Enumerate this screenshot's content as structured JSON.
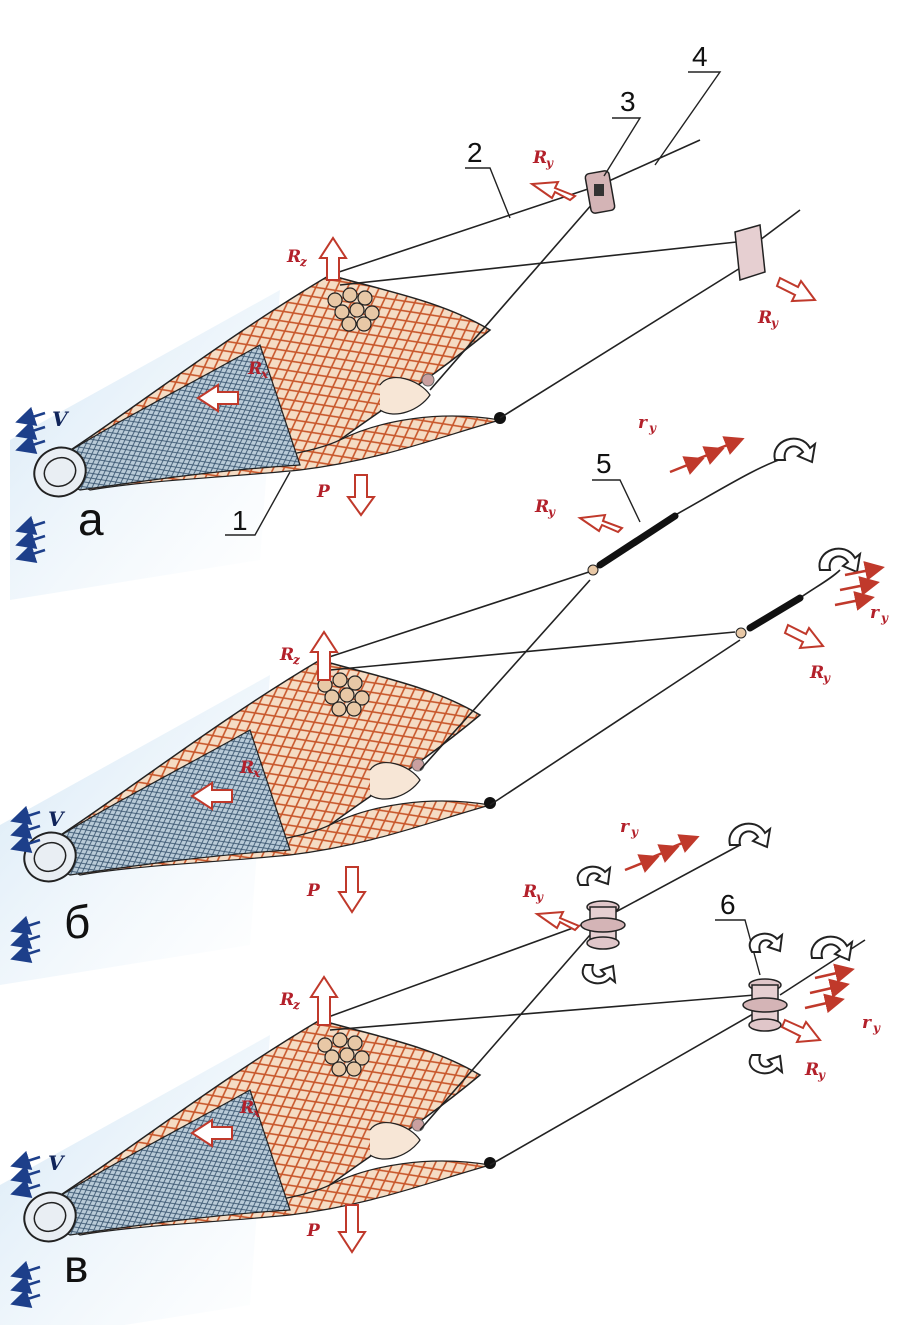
{
  "panels": [
    {
      "id": "a",
      "label": "а"
    },
    {
      "id": "b",
      "label": "б"
    },
    {
      "id": "c",
      "label": "в"
    }
  ],
  "callouts": [
    "1",
    "2",
    "3",
    "4",
    "5",
    "6"
  ],
  "symbols": {
    "flow": "V",
    "drag": "R",
    "drag_sub": "x",
    "lift": "R",
    "lift_sub": "z",
    "side": "R",
    "side_sub": "y",
    "weight": "P",
    "jet": "r",
    "jet_sub": "y"
  },
  "colors": {
    "net": "#c8562a",
    "net_fill": "#f3d6bd",
    "codend": "#a9bfd0",
    "water": "#cfe4f4",
    "force_arrow": "#c0392b",
    "flow_arrow": "#1d3f8a"
  },
  "icons": [
    "flow-arrows-icon",
    "force-arrow-icon",
    "rotation-arrow-icon",
    "otter-board-icon",
    "rotor-icon",
    "float-icon",
    "sinker-icon"
  ]
}
